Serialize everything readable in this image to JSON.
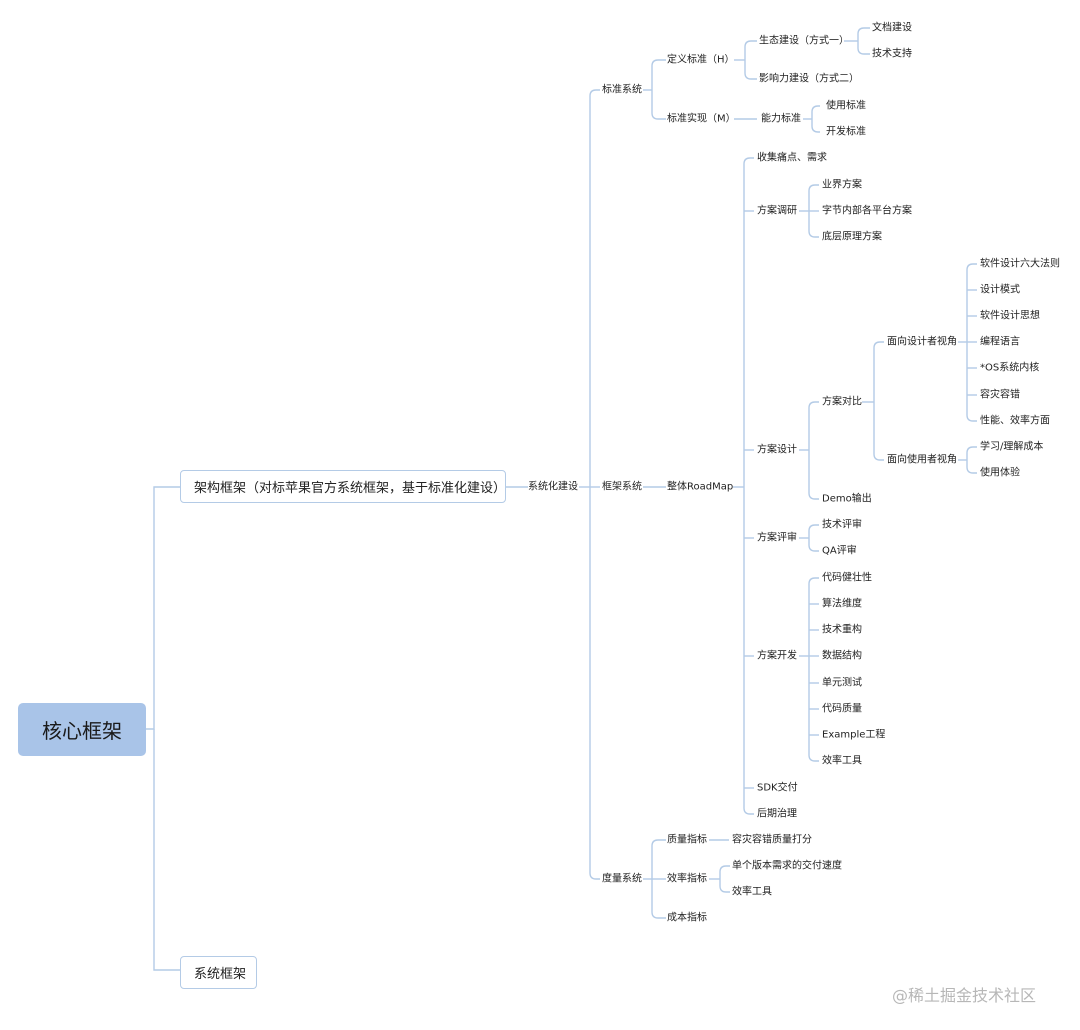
{
  "root": "核心框架",
  "branch_a": "架构框架（对标苹果官方系统框架，基于标准化建设）",
  "branch_b": "系统框架",
  "sys": "系统化建设",
  "std": {
    "title": "标准系统",
    "define": "定义标准（H）",
    "eco": "生态建设（方式一）",
    "doc": "文档建设",
    "tech_support": "技术支持",
    "influence": "影响力建设（方式二）",
    "impl": "标准实现（M）",
    "ability": "能力标准",
    "use_std": "使用标准",
    "dev_std": "开发标准"
  },
  "frame": {
    "title": "框架系统",
    "roadmap": "整体RoadMap",
    "collect": "收集痛点、需求",
    "research": "方案调研",
    "industry": "业界方案",
    "bytedance": "字节内部各平台方案",
    "principle": "底层原理方案",
    "design": "方案设计",
    "compare": "方案对比",
    "designer_view": "面向设计者视角",
    "d_items": [
      "软件设计六大法则",
      "设计模式",
      "软件设计思想",
      "编程语言",
      "*OS系统内核",
      "容灾容错",
      "性能、效率方面"
    ],
    "user_view": "面向使用者视角",
    "u_items": [
      "学习/理解成本",
      "使用体验"
    ],
    "demo": "Demo输出",
    "review": "方案评审",
    "r_items": [
      "技术评审",
      "QA评审"
    ],
    "develop": "方案开发",
    "dev_items": [
      "代码健壮性",
      "算法维度",
      "技术重构",
      "数据结构",
      "单元测试",
      "代码质量",
      "Example工程",
      "效率工具"
    ],
    "sdk": "SDK交付",
    "maintain": "后期治理"
  },
  "metric": {
    "title": "度量系统",
    "quality": "质量指标",
    "quality_item": "容灾容错质量打分",
    "efficiency": "效率指标",
    "eff_items": [
      "单个版本需求的交付速度",
      "效率工具"
    ],
    "cost": "成本指标"
  },
  "watermark": "@稀土掘金技术社区"
}
